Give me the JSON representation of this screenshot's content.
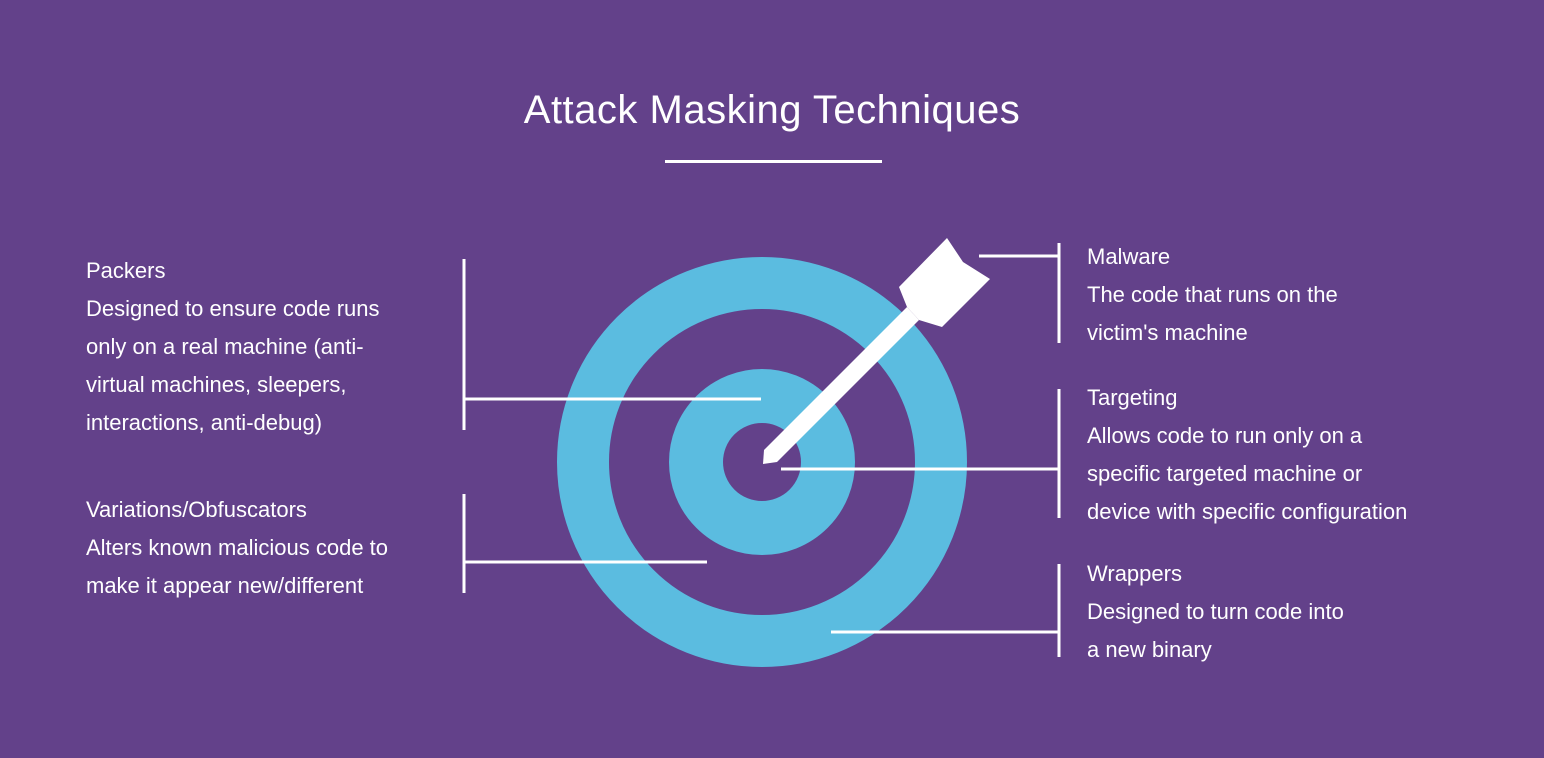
{
  "title": "Attack Masking Techniques",
  "colors": {
    "background": "#63418a",
    "target": "#5bbce0",
    "foreground": "#ffffff"
  },
  "left": [
    {
      "heading": "Packers",
      "lines": [
        "Designed to ensure code runs",
        "only on a real machine (anti-",
        "virtual machines, sleepers,",
        "interactions, anti-debug)"
      ]
    },
    {
      "heading": "Variations/Obfuscators",
      "lines": [
        "Alters known malicious code to",
        "make it appear new/different"
      ]
    }
  ],
  "right": [
    {
      "heading": "Malware",
      "lines": [
        "The code that runs on the",
        "victim's machine"
      ]
    },
    {
      "heading": "Targeting",
      "lines": [
        "Allows code to run only on a",
        "specific targeted machine or",
        "device with specific configuration"
      ]
    },
    {
      "heading": "Wrappers",
      "lines": [
        "Designed to turn code into",
        "a new binary"
      ]
    }
  ]
}
